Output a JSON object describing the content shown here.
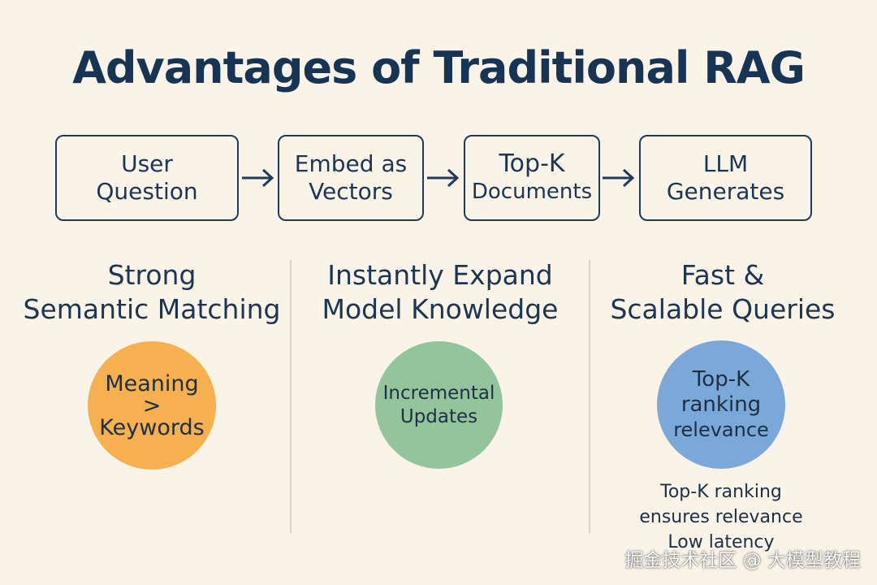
{
  "title": "Advantages of Traditional RAG",
  "pipeline": {
    "steps": [
      {
        "line1": "User",
        "line2": "Question"
      },
      {
        "line1": "Embed as",
        "line2": "Vectors"
      },
      {
        "line1": "Top-K",
        "line2": "Documents"
      },
      {
        "line1": "LLM",
        "line2": "Generates"
      }
    ],
    "arrow_icon": "right-arrow-icon"
  },
  "columns": [
    {
      "heading": [
        "Strong",
        "Semantic Matching"
      ],
      "circle": {
        "lines": [
          "Meaning",
          ">",
          "Keywords"
        ],
        "color": "#f7b04f"
      }
    },
    {
      "heading": [
        "Instantly Expand",
        "Model Knowledge"
      ],
      "circle": {
        "lines": [
          "Incremental",
          "Updates"
        ],
        "color": "#94c49c"
      }
    },
    {
      "heading": [
        "Fast &",
        "Scalable Queries"
      ],
      "circle": {
        "lines": [
          "Top-K",
          "ranking",
          "relevance"
        ],
        "color": "#7aa9d9"
      },
      "note": [
        "Top-K ranking",
        "ensures relevance",
        "Low latency"
      ]
    }
  ],
  "watermark": "掘金技术社区 @ 大模型教程"
}
